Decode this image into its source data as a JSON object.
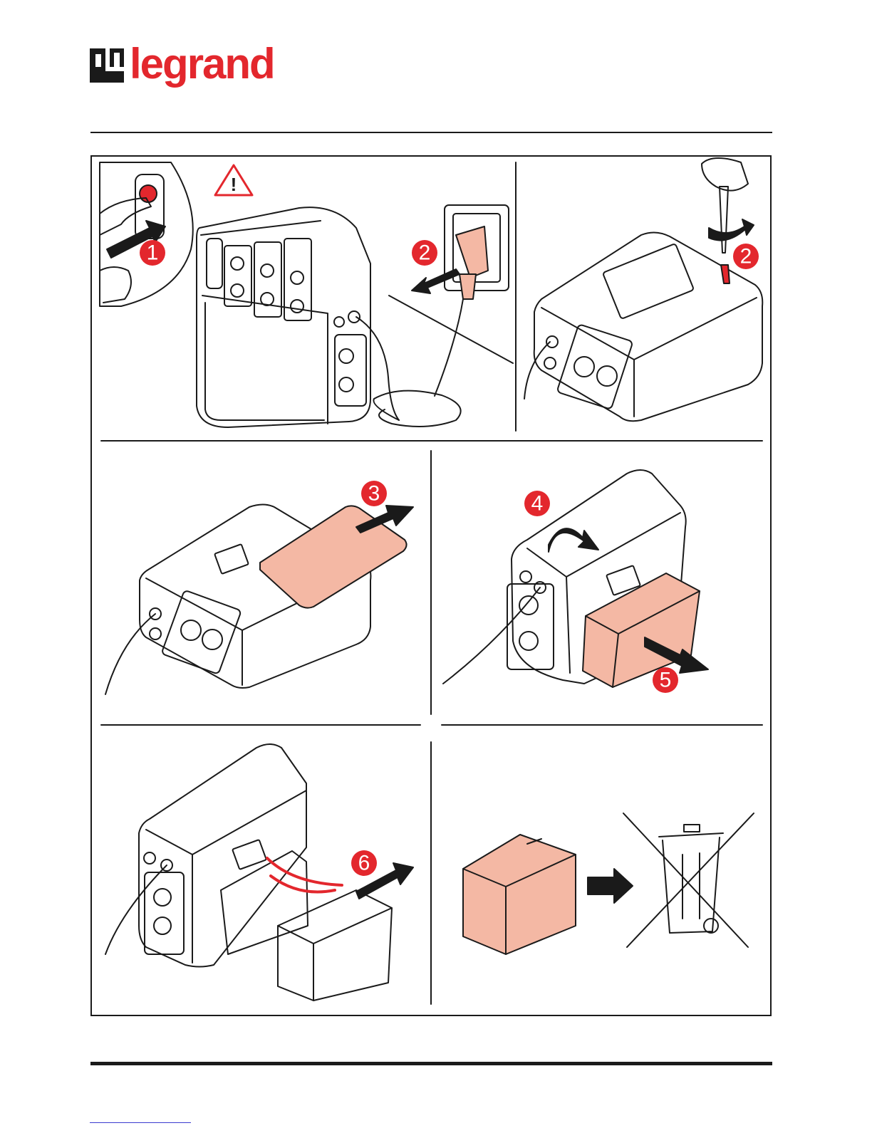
{
  "header": {
    "brand": "legrand",
    "brand_color": "#e3272d",
    "logo_icon": "legrand-logo-mark"
  },
  "colors": {
    "accent": "#e3272d",
    "highlight": "#f4b8a4",
    "line": "#1a1a1a"
  },
  "warning": {
    "icon": "warning-triangle-icon",
    "glyph": "!"
  },
  "steps": [
    {
      "label": "1"
    },
    {
      "label": "2"
    },
    {
      "label": "2"
    },
    {
      "label": "3"
    },
    {
      "label": "4"
    },
    {
      "label": "5"
    },
    {
      "label": "6"
    }
  ],
  "recycling": {
    "icon": "crossed-out-wheelie-bin-icon"
  }
}
